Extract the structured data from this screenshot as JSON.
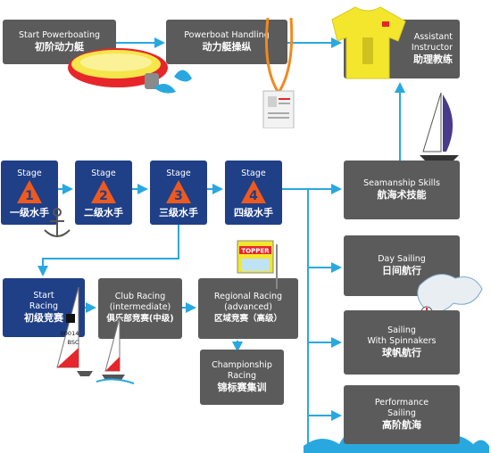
{
  "colors": {
    "arrow": "#29a8df",
    "box_grey": "#5b5b5b",
    "box_navy": "#1f3f87",
    "cone_orange": "#ee5a1e"
  },
  "top": {
    "start_powerboat": {
      "en": "Start Powerboating",
      "cn": "初阶动力艇"
    },
    "powerboat_handling": {
      "en": "Powerboat Handling",
      "cn": "动力艇操纵"
    },
    "assistant_instructor": {
      "en1": "Assistant",
      "en2": "Instructor",
      "cn": "助理教练"
    }
  },
  "stages": [
    {
      "label": "Stage",
      "num": "1",
      "cn": "一级水手"
    },
    {
      "label": "Stage",
      "num": "2",
      "cn": "二级水手"
    },
    {
      "label": "Stage",
      "num": "3",
      "cn": "三级水手"
    },
    {
      "label": "Stage",
      "num": "4",
      "cn": "四级水手"
    }
  ],
  "racing": {
    "start": {
      "en1": "Start",
      "en2": "Racing",
      "cn": "初级竞赛"
    },
    "club": {
      "en1": "Club Racing",
      "en2": "(intermediate)",
      "cn": "俱乐部竞赛(中级)"
    },
    "regional": {
      "en1": "Regional Racing",
      "en2": "(advanced)",
      "cn": "区域竞赛（高级）"
    },
    "championship": {
      "en1": "Championship",
      "en2": "Racing",
      "cn": "锦标赛集训"
    }
  },
  "right": {
    "seamanship": {
      "en": "Seamanship Skills",
      "cn": "航海术技能"
    },
    "day_sailing": {
      "en": "Day Sailing",
      "cn": "日间航行"
    },
    "spinnakers": {
      "en1": "Sailing",
      "en2": "With Spinnakers",
      "cn": "球帆航行"
    },
    "performance": {
      "en1": "Performance",
      "en2": "Sailing",
      "cn": "高阶航海"
    }
  },
  "decor": {
    "topper_sign": "TOPPER",
    "sail_numbers": "00014",
    "sail_club": "BSC"
  }
}
